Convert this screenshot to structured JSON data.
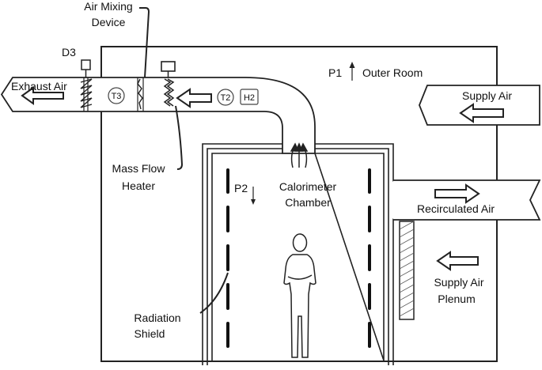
{
  "labels": {
    "air_mixing_line1": "Air Mixing",
    "air_mixing_line2": "Device",
    "d3": "D3",
    "exhaust_air": "Exhaust Air",
    "t3": "T3",
    "t2": "T2",
    "h2": "H2",
    "p1": "P1",
    "outer_room": "Outer Room",
    "supply_air": "Supply Air",
    "mass_flow_line1": "Mass Flow",
    "mass_flow_line2": "Heater",
    "p2": "P2",
    "calorimeter_line1": "Calorimeter",
    "calorimeter_line2": "Chamber",
    "recirculated_air": "Recirculated Air",
    "radiation_line1": "Radiation",
    "radiation_line2": "Shield",
    "supply_plenum_line1": "Supply Air",
    "supply_plenum_line2": "Plenum"
  }
}
